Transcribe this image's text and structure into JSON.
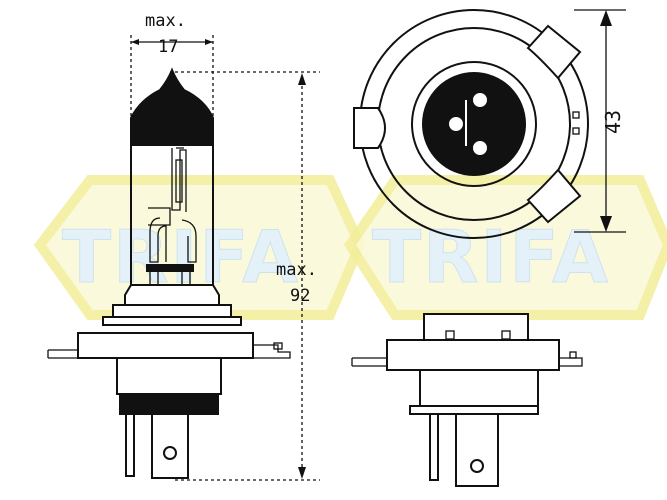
{
  "watermark": {
    "text": "TRIFA",
    "color_fill": "#e4f1f9",
    "color_hex_border": "#f6f3a8"
  },
  "dimensions": {
    "width_label": "max.",
    "width_value": "17",
    "length_label": "max.",
    "length_value": "92",
    "diameter_value": "43"
  },
  "colors": {
    "line": "#111111",
    "background": "#ffffff"
  }
}
